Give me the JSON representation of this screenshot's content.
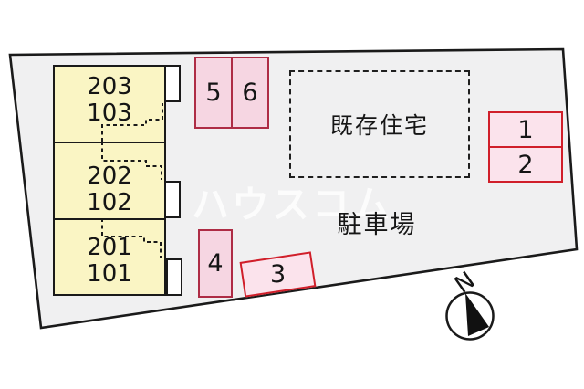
{
  "plan": {
    "watermark_text": "ハウスコム",
    "compass_label": "N"
  },
  "labels": {
    "existing_house": "既存住宅",
    "parking_lot": "駐車場"
  },
  "building": {
    "units": [
      {
        "upper": "203",
        "lower": "103"
      },
      {
        "upper": "202",
        "lower": "102"
      },
      {
        "upper": "201",
        "lower": "101"
      }
    ]
  },
  "parking": {
    "stalls": [
      {
        "label": "1"
      },
      {
        "label": "2"
      },
      {
        "label": "3"
      },
      {
        "label": "4"
      },
      {
        "label": "5"
      },
      {
        "label": "6"
      }
    ]
  },
  "colors": {
    "ground": "#f0f0f1",
    "line": "#1a1a1a",
    "building_fill": "#faf5c4",
    "stall_crimson_border": "#ae2c45",
    "stall_crimson_fill": "#f6d6e2",
    "stall_red_border": "#d01f2a",
    "stall_red_fill": "#fbe3ec"
  }
}
